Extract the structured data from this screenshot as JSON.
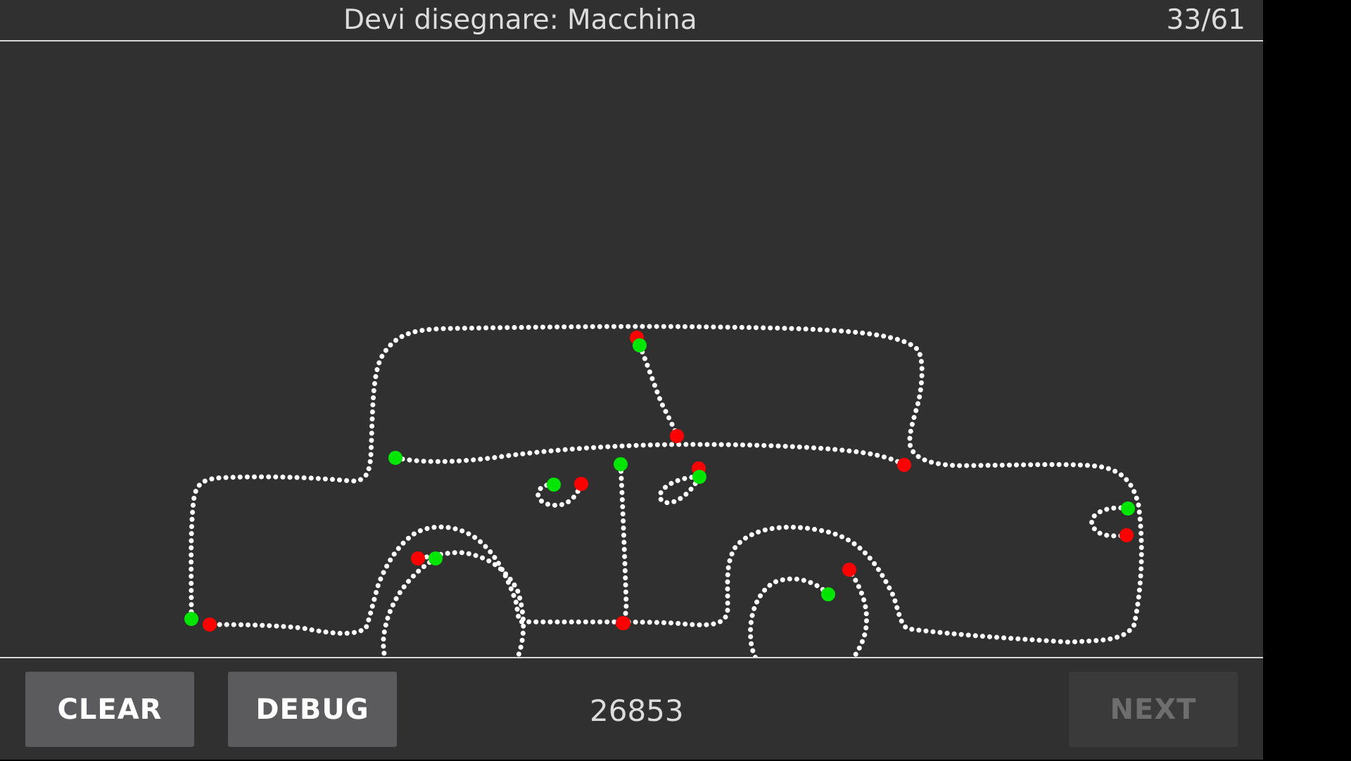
{
  "header": {
    "prompt_label": "Devi disegnare:",
    "prompt_word": "Macchina",
    "counter": "33/61"
  },
  "toolbar": {
    "clear_label": "CLEAR",
    "debug_label": "DEBUG",
    "score": "26853",
    "next_label": "NEXT",
    "next_enabled": false
  },
  "colors": {
    "background": "#303030",
    "stroke_point": "#ffffff",
    "stroke_start": "#00e600",
    "stroke_end": "#ff0000",
    "divider": "#d8d8d8",
    "button": "#5b5b5d",
    "button_disabled": "#3a3a3a"
  },
  "icons": {
    "stroke_start_marker": "green-dot",
    "stroke_end_marker": "red-dot"
  }
}
